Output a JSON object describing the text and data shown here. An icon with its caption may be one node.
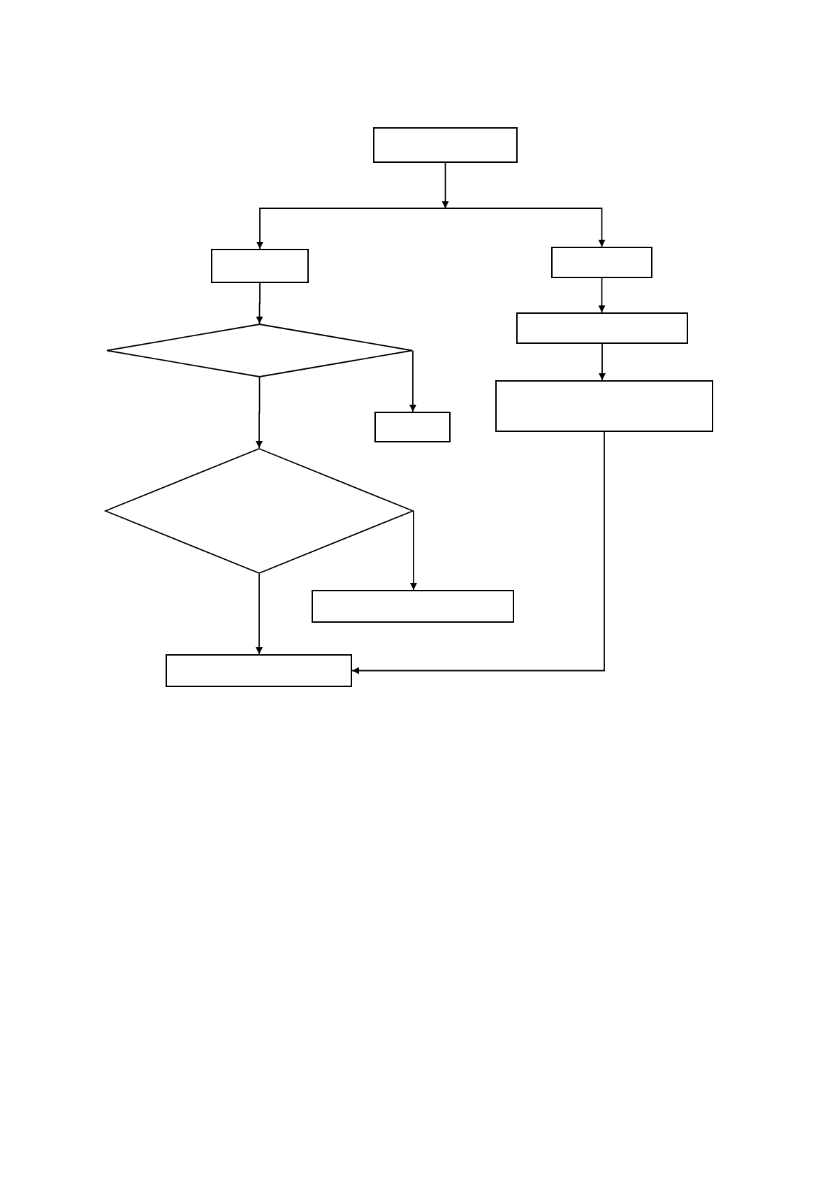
{
  "diagram": {
    "nodes": [
      {
        "text": [],
        "shape": "box"
      },
      {
        "text": [],
        "shape": "box"
      },
      {
        "text": [],
        "shape": "box"
      },
      {
        "text": [],
        "shape": "box"
      },
      {
        "text": [],
        "shape": "diamond"
      },
      {
        "text": [],
        "shape": "box"
      },
      {
        "text": [],
        "shape": "box"
      },
      {
        "text": [],
        "shape": "diamond"
      },
      {
        "text": [],
        "shape": "box"
      },
      {
        "text": [],
        "shape": "box"
      }
    ],
    "edges": [
      {
        "from": 0,
        "to": 1,
        "arrow": "to"
      },
      {
        "from": 0,
        "to": 2,
        "arrow": "to"
      },
      {
        "from": 1,
        "to": 4,
        "arrow": "to"
      },
      {
        "from": 2,
        "to": 3,
        "arrow": "to"
      },
      {
        "from": 3,
        "to": 5,
        "arrow": "to"
      },
      {
        "from": 4,
        "to": 6,
        "arrow": "to"
      },
      {
        "from": 4,
        "to": 7,
        "arrow": "to"
      },
      {
        "from": 5,
        "to": 9,
        "arrow": "to"
      },
      {
        "from": 7,
        "to": 8,
        "arrow": "to"
      },
      {
        "from": 7,
        "to": 9,
        "arrow": "to"
      }
    ]
  }
}
